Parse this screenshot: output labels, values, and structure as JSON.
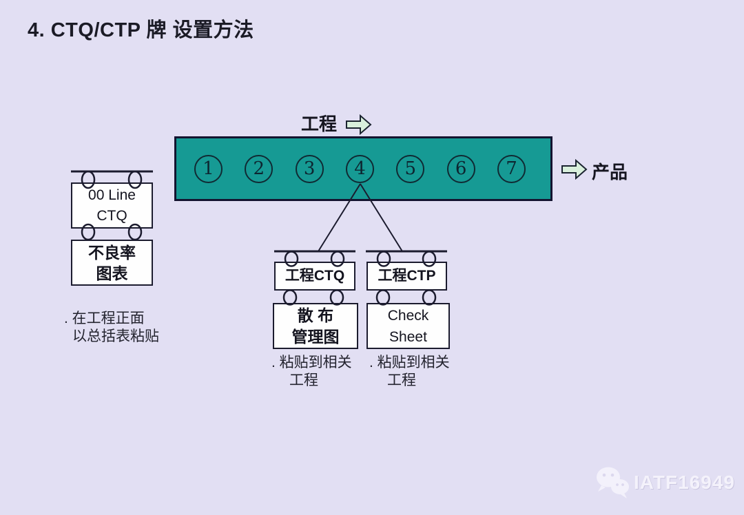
{
  "colors": {
    "background": "#E2DFF3",
    "bar_fill": "#169A94",
    "outline": "#1B1B2E",
    "arrow_fill": "#D9F0DC",
    "card_fill": "#FEFEFE",
    "watermark": "#F4F2FB"
  },
  "title": "4. CTQ/CTP 牌 设置方法",
  "process_flow": {
    "label": "工程",
    "steps": [
      "1",
      "2",
      "3",
      "4",
      "5",
      "6",
      "7"
    ],
    "product_label": "产品"
  },
  "line_summary_tag": {
    "card1": {
      "line1": "00 Line",
      "line2": "CTQ"
    },
    "card2": {
      "line1": "不良率",
      "line2": "图表"
    },
    "note": {
      "line1": ". 在工程正面",
      "line2": "以总括表粘贴"
    }
  },
  "process_ctq_tag": {
    "card1": "工程CTQ",
    "card2": {
      "line1": "散 布",
      "line2": "管理图"
    },
    "note": {
      "line1": ". 粘贴到相关",
      "line2": "工程"
    }
  },
  "process_ctp_tag": {
    "card1": "工程CTP",
    "card2": {
      "line1": "Check",
      "line2": "Sheet"
    },
    "note": {
      "line1": ". 粘贴到相关",
      "line2": "工程"
    }
  },
  "watermark": "IATF16949"
}
